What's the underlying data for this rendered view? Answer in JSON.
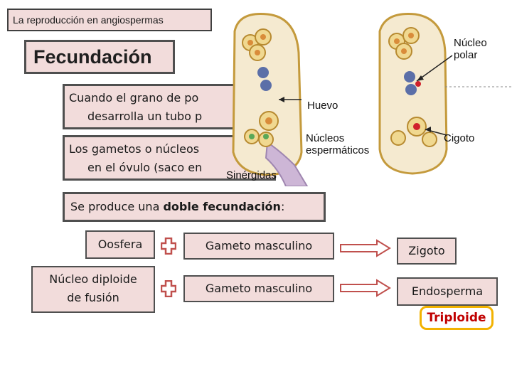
{
  "header": {
    "tag": "La reproducción en angiospermas"
  },
  "title": "Fecundación",
  "paragraph1": {
    "line1": "Cuando el grano de po",
    "line2": "desarrolla un tubo p"
  },
  "paragraph2": {
    "line1": "Los gametos o núcleos",
    "line2": "en el óvulo (saco en"
  },
  "doble": {
    "prefix": "Se produce una ",
    "bold": "doble fecundación",
    "suffix": ":"
  },
  "rows": [
    {
      "left": "Oosfera",
      "middle": "Gameto  masculino",
      "result": "Zigoto"
    },
    {
      "left_line1": "Núcleo diploide",
      "left_line2": "de fusión",
      "middle": "Gameto  masculino",
      "result": "Endosperma"
    }
  ],
  "badge": "Triploide",
  "illustration": {
    "labels": {
      "nucleo_line1": "Núcleo",
      "nucleo_line2": "polar",
      "huevo": "Huevo",
      "nucleos_line1": "Núcleos",
      "nucleos_line2": "espermáticos",
      "sinergidas": "Sinérgidas",
      "cigoto": "Cigoto"
    }
  },
  "colors": {
    "box_fill": "#f2dcdb",
    "box_border": "#4f4f4f",
    "plus": "#c0504d",
    "badge_border": "#f2b200",
    "badge_text": "#c00000",
    "ovule_fill": "#f5ead0",
    "nucleus_blue": "#5b6fa8",
    "nucleus_orange": "#d98c3a",
    "nucleus_green": "#5aa858",
    "tube_fill": "#cdb6d6"
  }
}
